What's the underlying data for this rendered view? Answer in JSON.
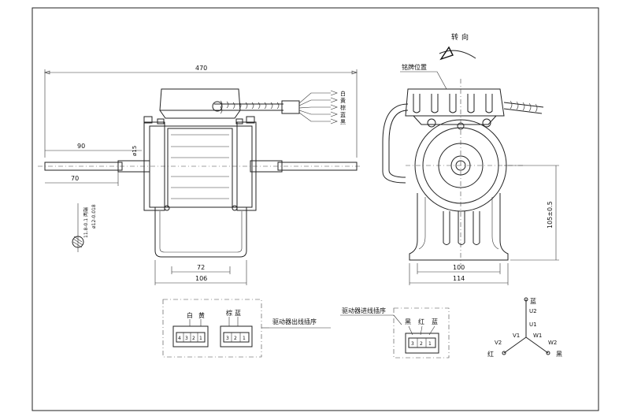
{
  "labels": {
    "rotation": "转向",
    "nameplate": "铭牌位置",
    "driver_out": "驱动器出线插序",
    "driver_in": "驱动器进线插序"
  },
  "wire_tags": [
    "白",
    "黄",
    "棕",
    "蓝",
    "黑"
  ],
  "dims": {
    "total_length": "470",
    "shaft_90": "90",
    "shaft_70": "70",
    "dia_15": "ø15",
    "shaft_dia": "ø12-0.018",
    "flat_note": "11.8-0.1 两端",
    "base_72": "72",
    "base_106": "106",
    "center_height": "105±0.5",
    "side_100": "100",
    "side_114": "114"
  },
  "connector_out": {
    "group1": [
      "白",
      "黄"
    ],
    "group1_pins": [
      "4",
      "3",
      "2",
      "1"
    ],
    "group2": [
      "棕",
      "蓝"
    ],
    "group2_pins": [
      "3",
      "2",
      "1"
    ]
  },
  "connector_in": {
    "wires": [
      "黑",
      "红",
      "蓝"
    ],
    "pins": [
      "3",
      "2",
      "1"
    ]
  },
  "schematic": {
    "u2": "U2",
    "u1": "U1",
    "v1": "V1",
    "w1": "W1",
    "v2": "V2",
    "w2": "W2",
    "blue": "蓝",
    "red": "红",
    "black": "黑"
  }
}
